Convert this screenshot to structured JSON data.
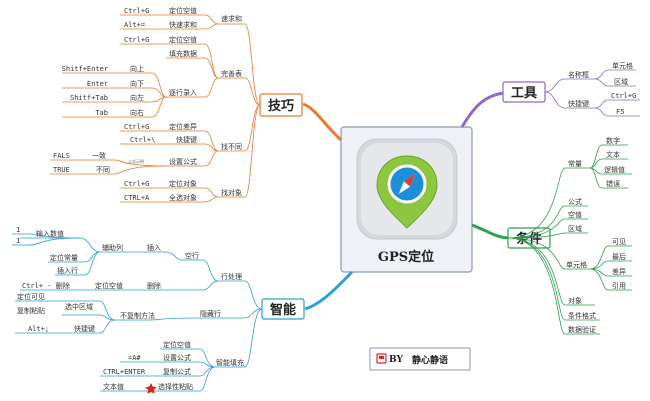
{
  "center": {
    "title": "GPS定位",
    "icon": "map-pin-compass-icon"
  },
  "badge": {
    "prefix": "BY",
    "author": "静心静语",
    "icon": "flag-icon"
  },
  "branches": {
    "tips": {
      "label": "技巧",
      "speed": {
        "label": "速求和",
        "items": [
          {
            "key": "Ctrl+G",
            "value": "定位空值"
          },
          {
            "key": "Alt+=",
            "value": "快速求和"
          }
        ]
      },
      "fill_table": {
        "label": "完善表",
        "goto_blank": {
          "key": "Ctrl+G",
          "value": "定位空值"
        },
        "fill_data": "填充数据",
        "fast_input": "逐行录入",
        "moves": [
          {
            "key": "Shitf+Enter",
            "value": "向上"
          },
          {
            "key": "Enter",
            "value": "向下"
          },
          {
            "key": "Shitf+Tab",
            "value": "向左"
          },
          {
            "key": "Tab",
            "value": "向右"
          }
        ]
      },
      "find_diff": {
        "label": "找不同",
        "goto_diff": {
          "key": "Ctrl+G",
          "value": "定位差异"
        },
        "shortcut": {
          "key": "Ctrl+\\",
          "value": "快捷键"
        },
        "formula": "设置公式",
        "formula_note": "公式示例",
        "results": [
          {
            "key": "FALS",
            "value": "一致"
          },
          {
            "key": "TRUE",
            "value": "不同"
          }
        ]
      },
      "find_object": {
        "label": "找对象",
        "items": [
          {
            "key": "Ctrl+G",
            "value": "定位对象"
          },
          {
            "key": "CTRL+A",
            "value": "全选对象"
          }
        ]
      }
    },
    "tools": {
      "label": "工具",
      "name_box": {
        "label": "名称框",
        "items": [
          "单元格",
          "区域"
        ]
      },
      "shortcut": {
        "label": "快捷键",
        "items": [
          "Ctrl+G",
          "F5"
        ]
      }
    },
    "conditions": {
      "label": "条件",
      "constant": {
        "label": "常量",
        "items": [
          "数字",
          "文本",
          "逻辑值",
          "错误"
        ]
      },
      "formula": "公式",
      "blank": "空值",
      "region": "区域",
      "cell": {
        "label": "单元格",
        "items": [
          "可见",
          "最后",
          "差异",
          "引用"
        ]
      },
      "extras": [
        "对象",
        "条件格式",
        "数据验证"
      ]
    },
    "smart": {
      "label": "智能",
      "row_process": {
        "label": "行处理",
        "blank_row": "空行",
        "insert": "插入",
        "helper_col": "辅助列",
        "input_num": "输入数值",
        "nums": [
          "1",
          "1"
        ],
        "goto_const": "定位常量",
        "insert_row": "插入行",
        "delete": "删除",
        "delete_key": "Ctrl+ - 删除",
        "goto_blank": "定位空值"
      },
      "hide_row": {
        "label": "隐藏行",
        "copy_method": "不复制方法",
        "goto_visible": "定位可见",
        "select_area": "选中区域",
        "copy_paste": "复制粘贴",
        "shortcut_key": "Alt+;",
        "shortcut": "快捷键"
      },
      "smart_fill": {
        "label": "智能填充",
        "goto_blank": "定位空值",
        "set_formula": "设置公式",
        "set_formula_key": "=A#",
        "copy_formula": "复制公式",
        "copy_formula_key": "CTRL+ENTER",
        "paste_special": "选择性粘贴",
        "paste_special_key": "文本值",
        "star_icon": "star-icon"
      }
    }
  }
}
